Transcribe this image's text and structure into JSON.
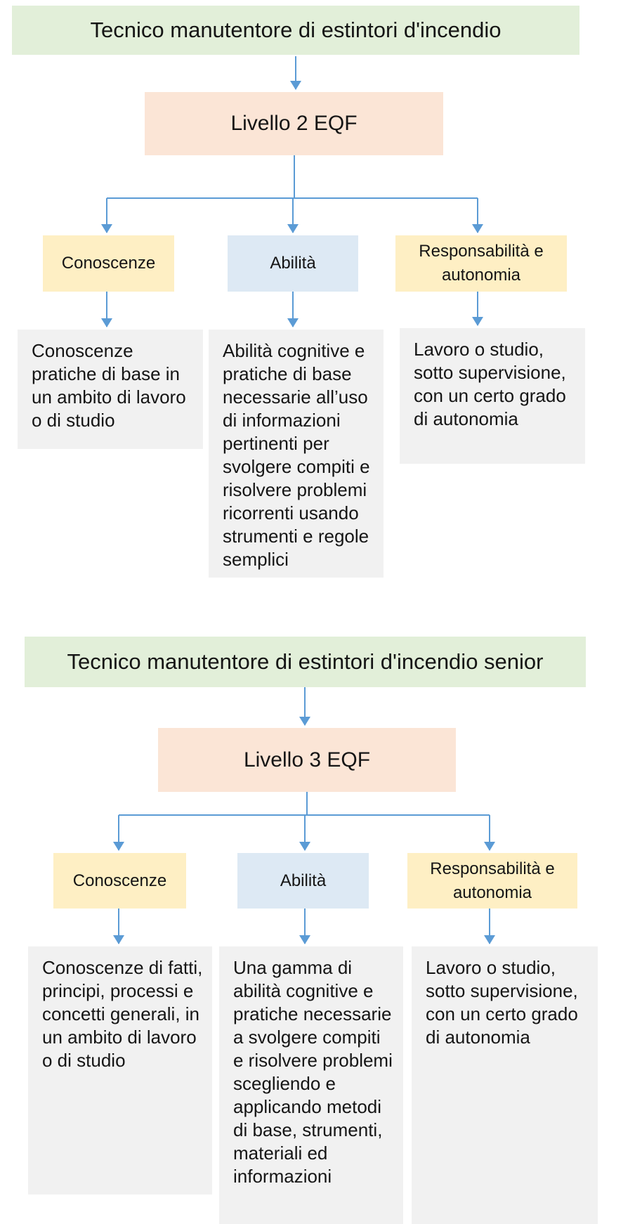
{
  "colors": {
    "header_green": "#e2efd9",
    "level_peach": "#fbe5d6",
    "cat_yellow": "#feefc4",
    "cat_blue": "#dde9f4",
    "gray_bg": "#f1f1f1",
    "arrow": "#5b9bd5",
    "text": "#151515"
  },
  "sections": [
    {
      "title": "Tecnico manutentore di estintori d'incendio",
      "level_label": "Livello 2 EQF",
      "columns": [
        {
          "label": "Conoscenze",
          "description": "Conoscenze pratiche di base in un ambito di lavoro o di studio"
        },
        {
          "label": "Abilità",
          "description": "Abilità cognitive e pratiche di base necessarie all’uso di informazioni pertinenti per svolgere compiti e risolvere problemi ricorrenti usando strumenti e regole semplici"
        },
        {
          "label": "Responsabilità e autonomia",
          "description": "Lavoro o studio, sotto supervisione, con un certo grado di autonomia"
        }
      ]
    },
    {
      "title": "Tecnico manutentore di estintori d'incendio senior",
      "level_label": "Livello 3 EQF",
      "columns": [
        {
          "label": "Conoscenze",
          "description": "Conoscenze di fatti, principi, processi e concetti generali, in un ambito di lavoro o di studio"
        },
        {
          "label": "Abilità",
          "description": "Una gamma di abilità cognitive e pratiche necessarie a svolgere compiti e risolvere problemi scegliendo e applicando metodi di base, strumenti, materiali ed informazioni"
        },
        {
          "label": "Responsabilità e autonomia",
          "description": "Lavoro o studio, sotto supervisione, con un certo grado di autonomia"
        }
      ]
    }
  ]
}
